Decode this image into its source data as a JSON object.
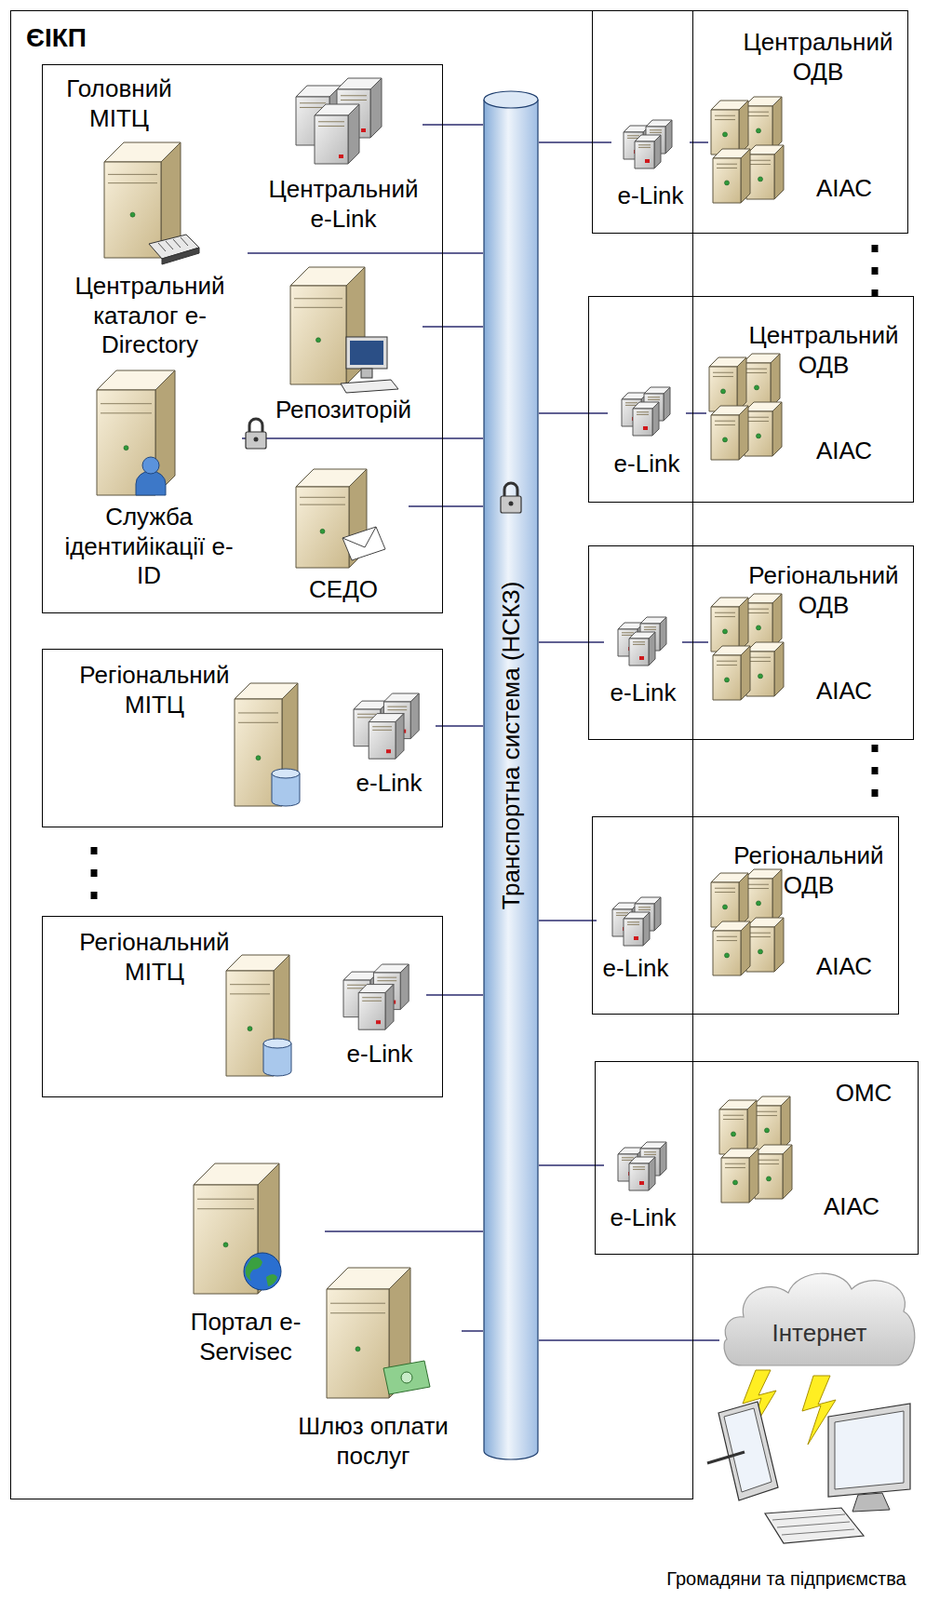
{
  "diagram": {
    "nodes": [
      {
        "text": [
          "ЄІКП"
        ]
      },
      {
        "text": [
          "Головний МІТЦ"
        ],
        "in": 0
      },
      {
        "text": [
          "Центральний e-Link"
        ],
        "in": 1
      },
      {
        "text": [
          "Центральний каталог e-Directory"
        ],
        "in": 1
      },
      {
        "text": [
          "Репозиторій"
        ],
        "in": 1
      },
      {
        "text": [
          "Служба ідентийікації e-ID"
        ],
        "in": 1
      },
      {
        "text": [
          "СЕДО"
        ],
        "in": 1
      },
      {
        "text": [
          "Регіональний МІТЦ"
        ],
        "in": 0
      },
      {
        "text": [
          "e-Link"
        ],
        "in": 7
      },
      {
        "text": [
          "Регіональний МІТЦ"
        ],
        "in": 0
      },
      {
        "text": [
          "e-Link"
        ],
        "in": 9
      },
      {
        "text": [
          "Портал e-Servisec"
        ],
        "in": 0
      },
      {
        "text": [
          "Шлюз оплати послуг"
        ],
        "in": 0
      },
      {
        "text": [
          "Транспортна система (НСКЗ)"
        ],
        "in": 0
      },
      {
        "text": [
          "Центральний ОДВ"
        ]
      },
      {
        "text": [
          "e-Link"
        ],
        "in": 14
      },
      {
        "text": [
          "АІАС"
        ],
        "in": 14
      },
      {
        "text": [
          "Центральний ОДВ"
        ]
      },
      {
        "text": [
          "e-Link"
        ],
        "in": 17
      },
      {
        "text": [
          "АІАС"
        ],
        "in": 17
      },
      {
        "text": [
          "Регіональний ОДВ"
        ]
      },
      {
        "text": [
          "e-Link"
        ],
        "in": 20
      },
      {
        "text": [
          "АІАС"
        ],
        "in": 20
      },
      {
        "text": [
          "Регіональний ОДВ"
        ]
      },
      {
        "text": [
          "e-Link"
        ],
        "in": 23
      },
      {
        "text": [
          "АІАС"
        ],
        "in": 23
      },
      {
        "text": [
          "ОМС"
        ]
      },
      {
        "text": [
          "e-Link"
        ],
        "in": 26
      },
      {
        "text": [
          "АІАС"
        ],
        "in": 26
      },
      {
        "text": [
          "Інтернет"
        ]
      },
      {
        "text": [
          "Громадяни та підприємства"
        ]
      }
    ],
    "edges": [
      {
        "from": 13,
        "to": 2,
        "arrow": "none"
      },
      {
        "from": 13,
        "to": 3,
        "arrow": "none"
      },
      {
        "from": 13,
        "to": 4,
        "arrow": "none"
      },
      {
        "from": 13,
        "to": 5,
        "arrow": "none"
      },
      {
        "from": 13,
        "to": 6,
        "arrow": "none"
      },
      {
        "from": 13,
        "to": 8,
        "arrow": "none"
      },
      {
        "from": 13,
        "to": 10,
        "arrow": "none"
      },
      {
        "from": 13,
        "to": 11,
        "arrow": "none"
      },
      {
        "from": 13,
        "to": 12,
        "arrow": "none"
      },
      {
        "from": 13,
        "to": 15,
        "arrow": "none"
      },
      {
        "from": 15,
        "to": 16,
        "arrow": "none"
      },
      {
        "from": 13,
        "to": 18,
        "arrow": "none"
      },
      {
        "from": 18,
        "to": 19,
        "arrow": "none"
      },
      {
        "from": 13,
        "to": 21,
        "arrow": "none"
      },
      {
        "from": 21,
        "to": 22,
        "arrow": "none"
      },
      {
        "from": 13,
        "to": 24,
        "arrow": "none"
      },
      {
        "from": 13,
        "to": 27,
        "arrow": "none"
      },
      {
        "from": 13,
        "to": 29,
        "arrow": "none"
      }
    ]
  }
}
